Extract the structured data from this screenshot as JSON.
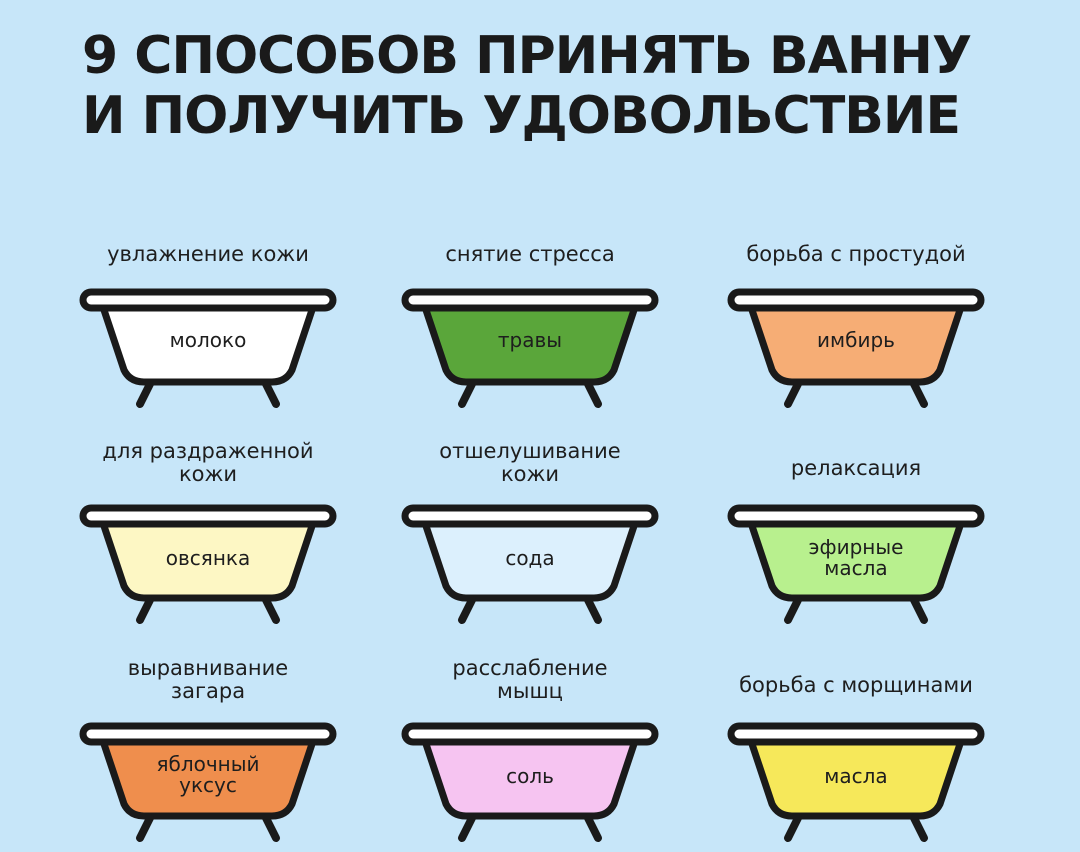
{
  "title": {
    "line1": "9 СПОСОБОВ ПРИНЯТЬ ВАННУ",
    "line2": "И ПОЛУЧИТЬ УДОВОЛЬСТВИЕ"
  },
  "colors": {
    "background": "#c7e6f9",
    "outline": "#1a1a1a"
  },
  "baths": [
    {
      "purpose": "увлажнение кожи",
      "ingredient": "молоко",
      "fill": "#ffffff"
    },
    {
      "purpose": "снятие стресса",
      "ingredient": "травы",
      "fill": "#5aa63a"
    },
    {
      "purpose": "борьба с простудой",
      "ingredient": "имбирь",
      "fill": "#f6ad75"
    },
    {
      "purpose": "для раздраженной\nкожи",
      "ingredient": "овсянка",
      "fill": "#fdf7c4"
    },
    {
      "purpose": "отшелушивание\nкожи",
      "ingredient": "сода",
      "fill": "#dcf0fd"
    },
    {
      "purpose": "релаксация",
      "ingredient": "эфирные\nмасла",
      "fill": "#b8f08e"
    },
    {
      "purpose": "выравнивание\nзагара",
      "ingredient": "яблочный\nуксус",
      "fill": "#ef8e4d"
    },
    {
      "purpose": "расслабление\nмышц",
      "ingredient": "соль",
      "fill": "#f6c4f1"
    },
    {
      "purpose": "борьба с морщинами",
      "ingredient": "масла",
      "fill": "#f6e85a"
    }
  ]
}
